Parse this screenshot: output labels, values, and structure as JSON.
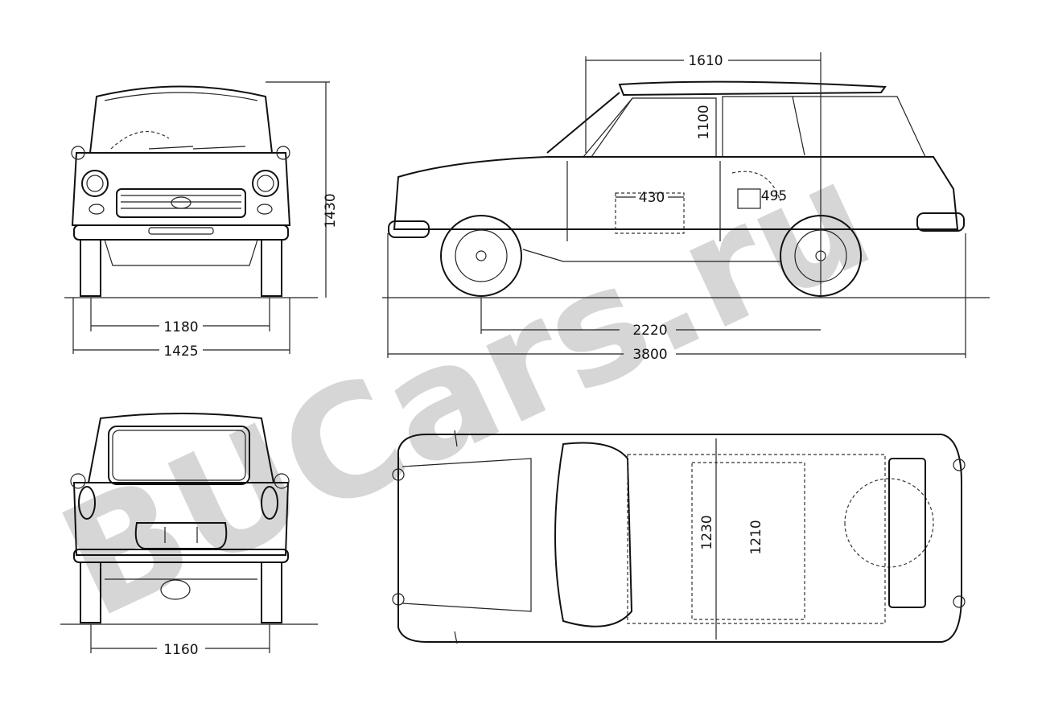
{
  "watermark": "BUCars.ru",
  "dimensions": {
    "front_height": "1430",
    "front_track": "1180",
    "front_width": "1425",
    "rear_track": "1160",
    "side_upper_length": "1610",
    "side_door_height": "1100",
    "side_front_space": "430",
    "side_rear_space": "495",
    "wheelbase": "2220",
    "overall_length": "3800",
    "top_front_width": "1230",
    "top_rear_width": "1210"
  }
}
